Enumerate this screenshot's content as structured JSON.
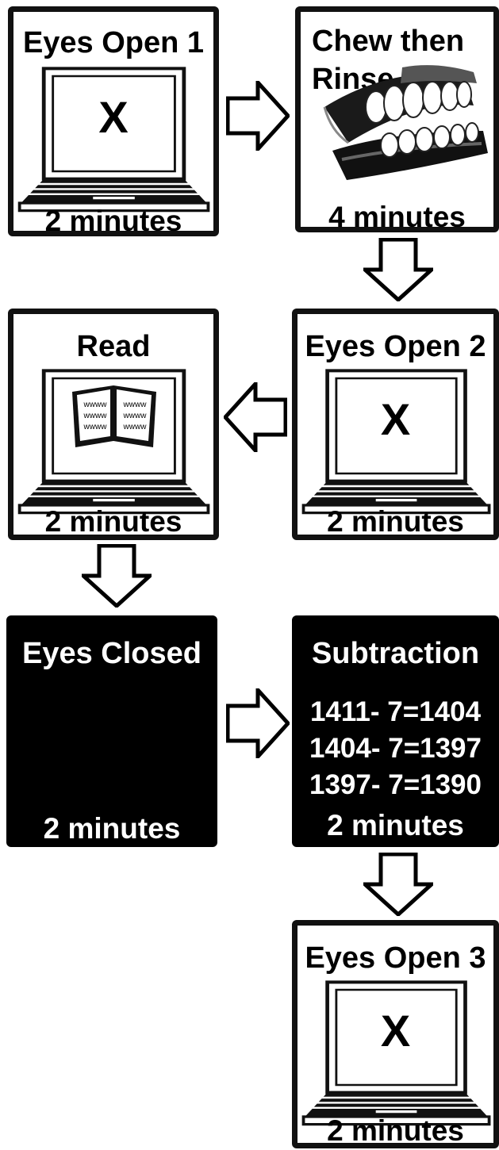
{
  "steps": {
    "eyes_open_1": {
      "title": "Eyes Open 1",
      "screen_mark": "X",
      "duration": "2 minutes"
    },
    "chew_rinse": {
      "title_line1": "Chew then",
      "title_line2": "Rinse",
      "icon": "dentures-icon",
      "duration": "4 minutes"
    },
    "eyes_open_2": {
      "title": "Eyes Open 2",
      "screen_mark": "X",
      "duration": "2 minutes"
    },
    "read": {
      "title": "Read",
      "book_text": "wwww",
      "duration": "2 minutes"
    },
    "eyes_closed": {
      "title": "Eyes Closed",
      "duration": "2 minutes"
    },
    "subtraction": {
      "title": "Subtraction",
      "lines": [
        "1411- 7=1404",
        "1404- 7=1397",
        "1397- 7=1390"
      ],
      "duration": "2 minutes"
    },
    "eyes_open_3": {
      "title": "Eyes Open 3",
      "screen_mark": "X",
      "duration": "2 minutes"
    }
  },
  "colors": {
    "stroke": "#111111",
    "dark_fill": "#000000",
    "light_fill": "#ffffff"
  }
}
